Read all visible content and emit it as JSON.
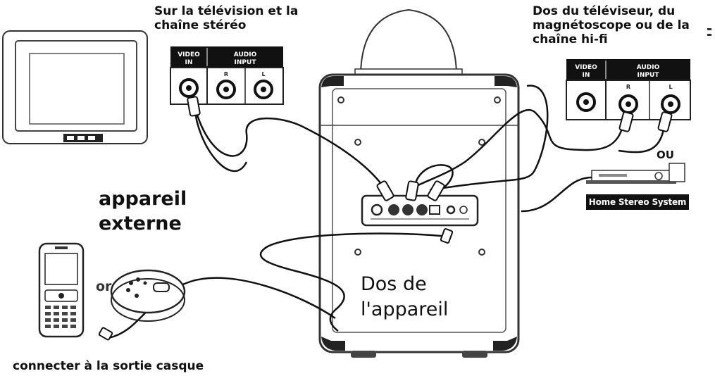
{
  "labels": {
    "tv_title_line1": "Sur la télévision et la",
    "tv_title_line2": "chaîne stéréo",
    "back_title_line1": "Dos du téléviseur, du",
    "back_title_line2": "magnétoscope ou de la",
    "back_title_line3": "chaîne hi-fi",
    "ou": "OU",
    "external_line1": "appareil",
    "external_line2": "externe",
    "or": "or",
    "back_unit_line1": "Dos de",
    "back_unit_line2": "l'appareil",
    "connect_headphone": "connecter à la sortie casque",
    "home_stereo": "Home Stereo System"
  },
  "left_panel": {
    "video_line1": "VIDEO",
    "video_line2": "IN",
    "audio_line1": "AUDIO",
    "audio_line2": "INPUT",
    "r": "R",
    "l": "L"
  },
  "right_panel": {
    "video_line1": "VIDEO",
    "video_line2": "IN",
    "audio_line1": "AUDIO",
    "audio_line2": "INPUT",
    "r": "R",
    "l": "L"
  }
}
